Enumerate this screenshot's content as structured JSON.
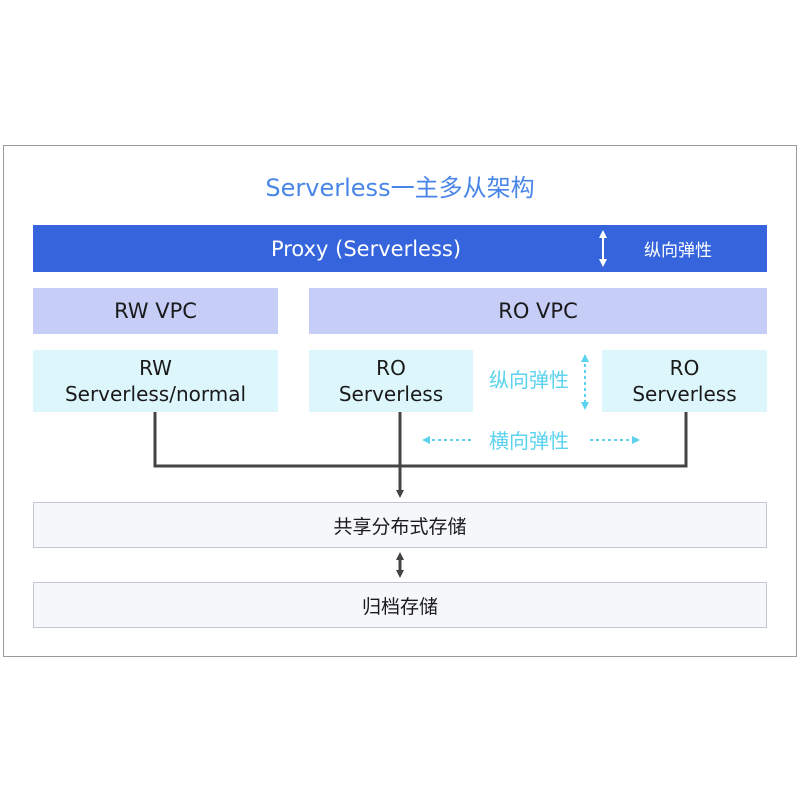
{
  "title": "Serverless一主多从架构",
  "proxy": {
    "label": "Proxy (Serverless)",
    "side_label": "纵向弹性"
  },
  "vpc": {
    "rw_label": "RW VPC",
    "ro_label": "RO VPC"
  },
  "nodes": {
    "rw": {
      "line1": "RW",
      "line2": "Serverless/normal"
    },
    "ro1": {
      "line1": "RO",
      "line2": "Serverless"
    },
    "ro2": {
      "line1": "RO",
      "line2": "Serverless"
    }
  },
  "elastic": {
    "vertical_label": "纵向弹性",
    "horizontal_label": "横向弹性"
  },
  "storage": {
    "shared_label": "共享分布式存储",
    "archive_label": "归档存储"
  },
  "colors": {
    "title": "#4a86e8",
    "proxy": "#3564dc",
    "vpc": "#c6cdf7",
    "node": "#ddf6fb",
    "elastic": "#5bd3ee",
    "connector": "#444444"
  }
}
